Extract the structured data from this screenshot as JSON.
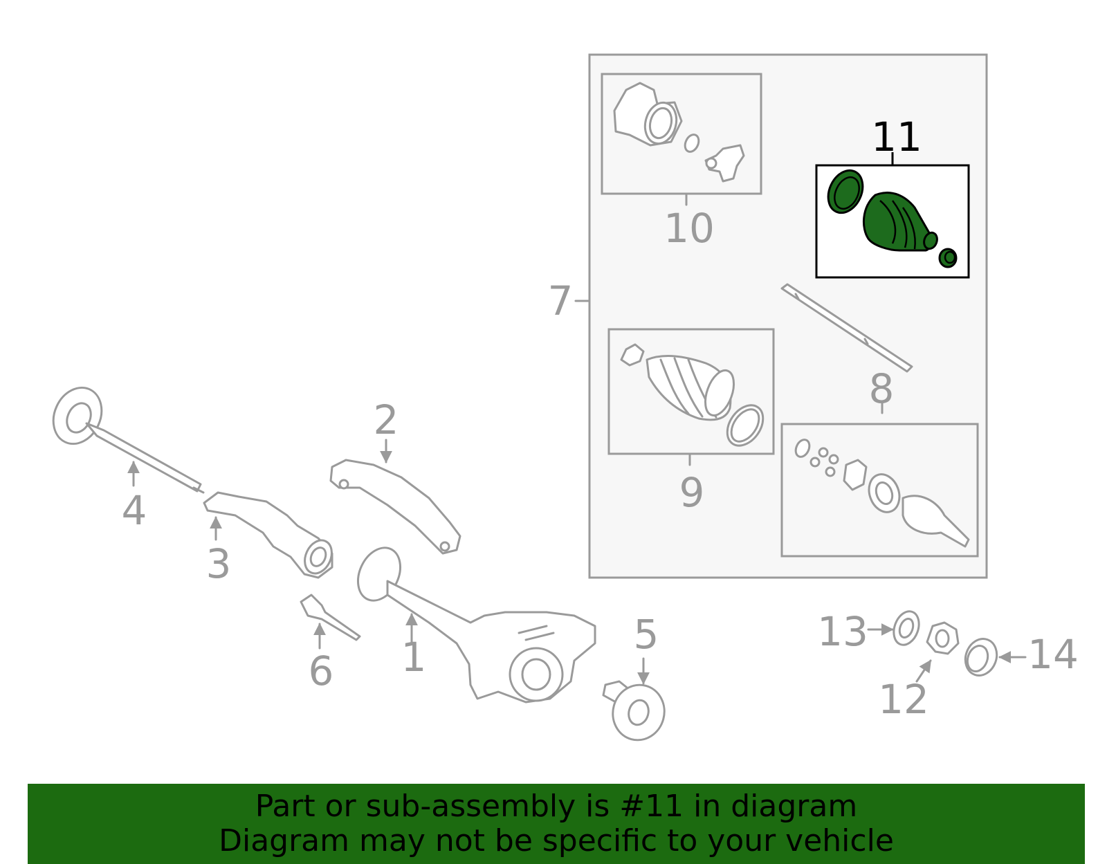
{
  "diagram": {
    "highlighted_part": "11",
    "highlight_color": "#1d6b1d",
    "outline_color": "#9a9a9a",
    "callouts": {
      "c1": "1",
      "c2": "2",
      "c3": "3",
      "c4": "4",
      "c5": "5",
      "c6": "6",
      "c7": "7",
      "c8": "8",
      "c9": "9",
      "c10": "10",
      "c11": "11",
      "c12": "12",
      "c13": "13",
      "c14": "14"
    }
  },
  "banner": {
    "line1": "Part or sub-assembly is #11 in diagram",
    "line2": "Diagram may not be specific to your vehicle",
    "background": "#1c6b10"
  }
}
